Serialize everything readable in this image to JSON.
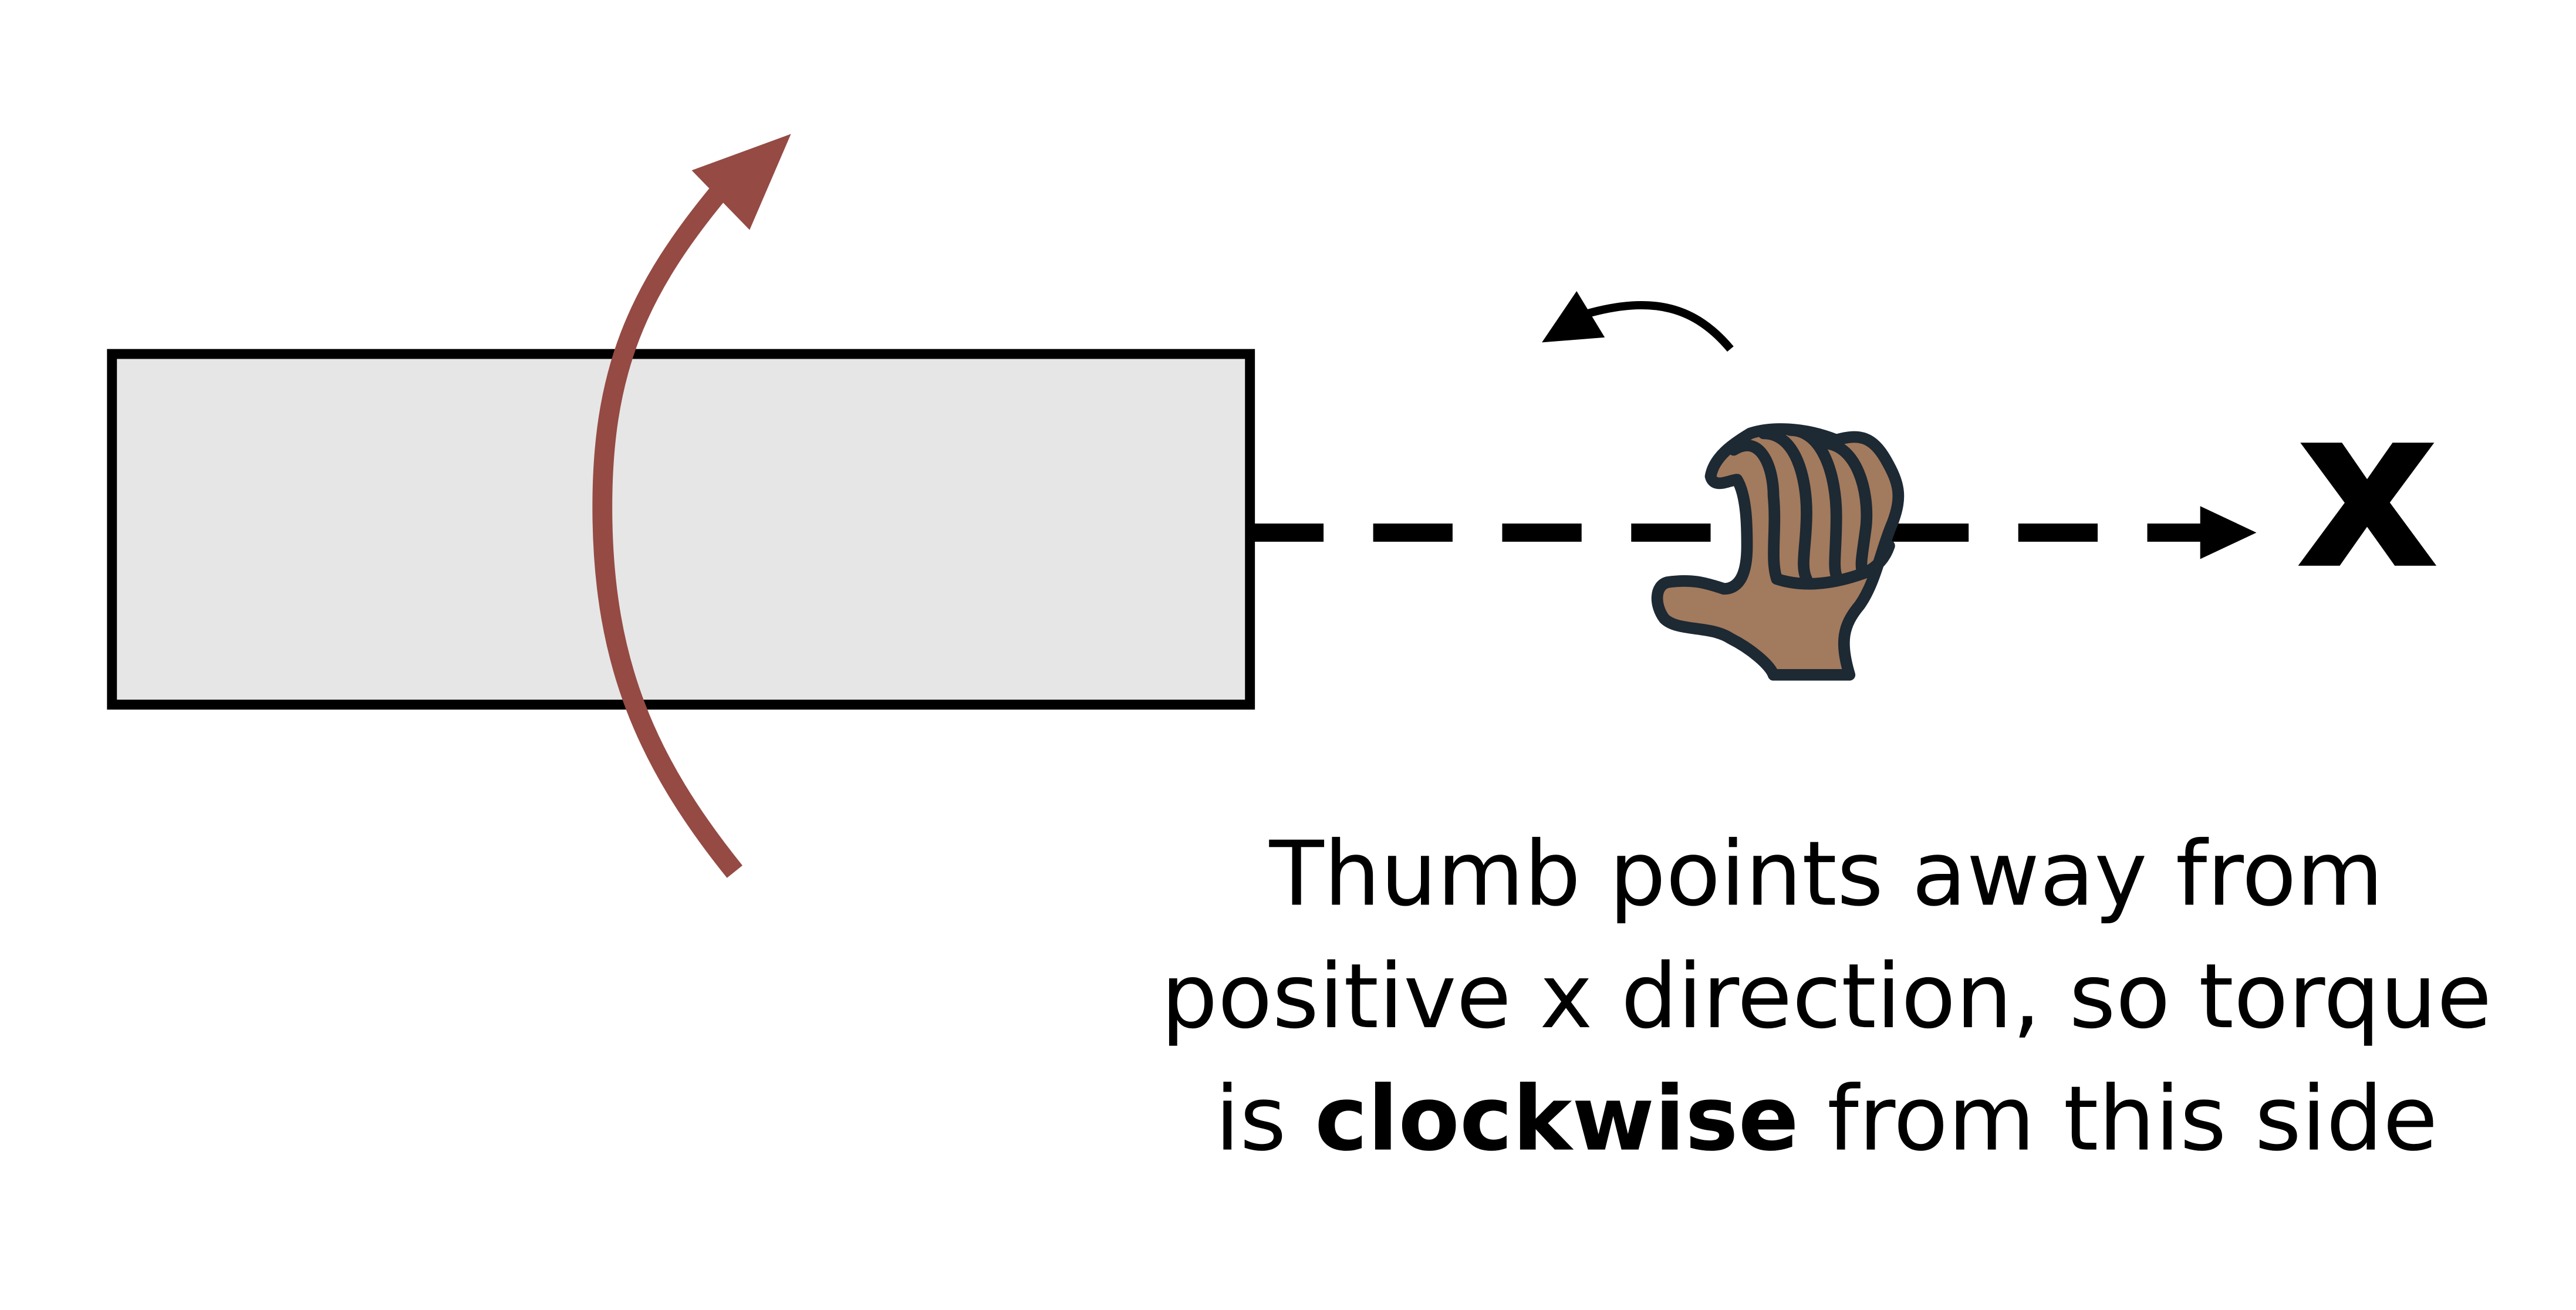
{
  "axis": {
    "label": "x"
  },
  "caption": {
    "line1": "Thumb points away from",
    "line2": "positive x direction, so torque",
    "line3_prefix": "is ",
    "line3_bold": "clockwise",
    "line3_suffix": " from this side"
  },
  "icons": {
    "hand": "right-hand-fist-icon",
    "curl": "counterclockwise-curl-arrow-icon",
    "rotation": "rotation-arrow-icon"
  },
  "colors": {
    "block_fill": "#e6e6e6",
    "block_stroke": "#000000",
    "rotation_arrow": "#954a44",
    "hand_skin": "#a27a5d",
    "hand_outline": "#1d2933",
    "axis": "#000000"
  }
}
